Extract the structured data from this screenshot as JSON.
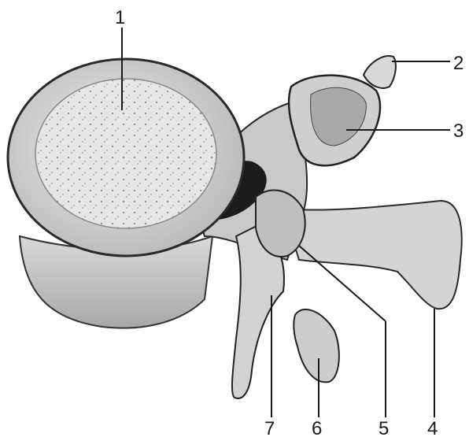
{
  "figure": {
    "labels": [
      {
        "id": "1",
        "text": "1"
      },
      {
        "id": "2",
        "text": "2"
      },
      {
        "id": "3",
        "text": "3"
      },
      {
        "id": "4",
        "text": "4"
      },
      {
        "id": "5",
        "text": "5"
      },
      {
        "id": "6",
        "text": "6"
      },
      {
        "id": "7",
        "text": "7"
      }
    ]
  },
  "colors": {
    "ink": "#1a1a1a",
    "bone_light": "#e4e4e4",
    "bone_mid": "#bdbdbd",
    "shadow": "#222222"
  }
}
